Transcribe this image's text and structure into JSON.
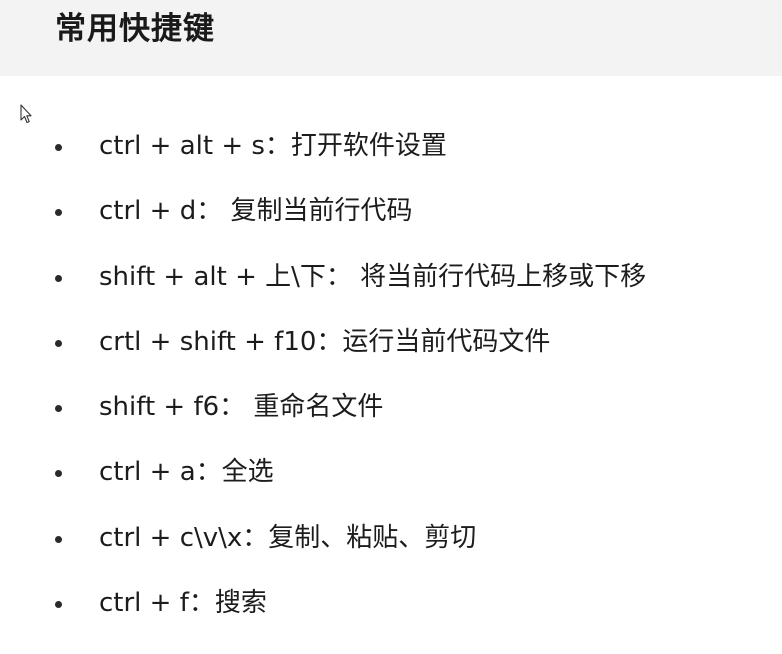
{
  "page": {
    "title": "常用快捷键"
  },
  "shortcuts": [
    "ctrl + alt + s：打开软件设置",
    "ctrl + d： 复制当前行代码",
    "shift + alt + 上\\下：  将当前行代码上移或下移",
    "crtl + shift + f10：运行当前代码文件",
    "shift + f6： 重命名文件",
    "ctrl + a：全选",
    "ctrl + c\\v\\x：复制、粘贴、剪切",
    "ctrl + f：搜索"
  ],
  "icons": {
    "cursor": "mouse-pointer-icon"
  }
}
